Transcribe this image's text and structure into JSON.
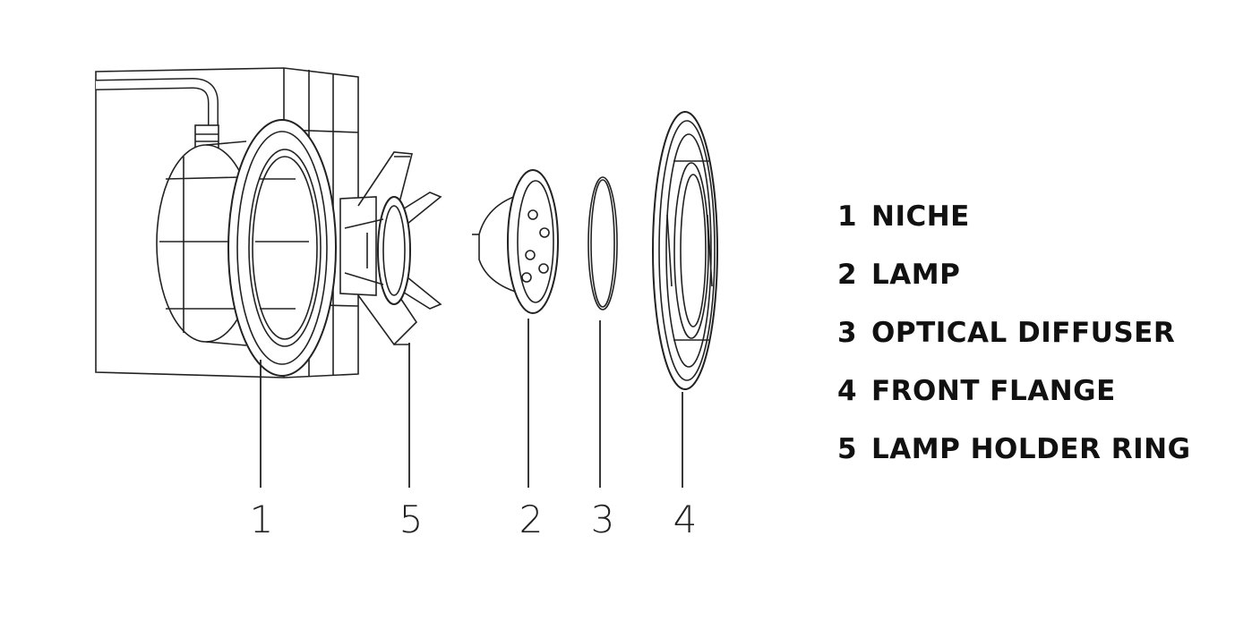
{
  "callouts": [
    "1",
    "5",
    "2",
    "3",
    "4"
  ],
  "legend": [
    {
      "number": "1",
      "label": "NICHE"
    },
    {
      "number": "2",
      "label": "LAMP"
    },
    {
      "number": "3",
      "label": "OPTICAL DIFFUSER"
    },
    {
      "number": "4",
      "label": "FRONT FLANGE"
    },
    {
      "number": "5",
      "label": "LAMP HOLDER RING"
    }
  ],
  "line_color": "#222222"
}
